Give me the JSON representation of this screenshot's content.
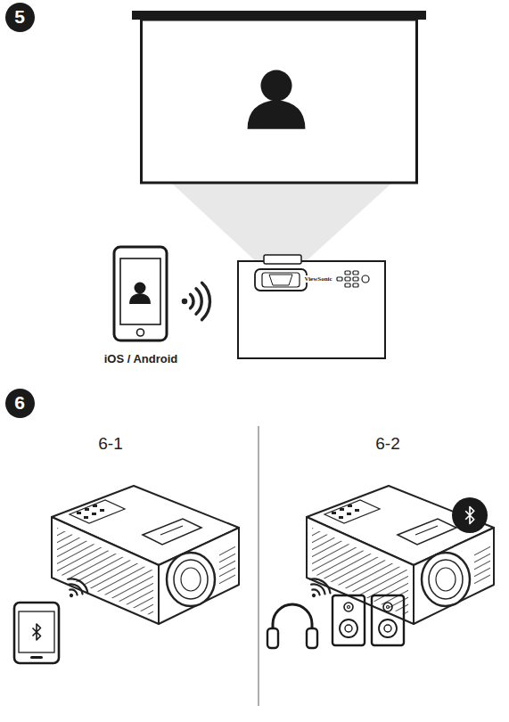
{
  "diagram": {
    "nodes": [
      {
        "text": [
          "5"
        ]
      },
      {
        "text": [
          "6"
        ]
      }
    ],
    "labels": [
      "ViewSonic",
      "iOS / Android",
      "6-1",
      "6-2"
    ]
  }
}
